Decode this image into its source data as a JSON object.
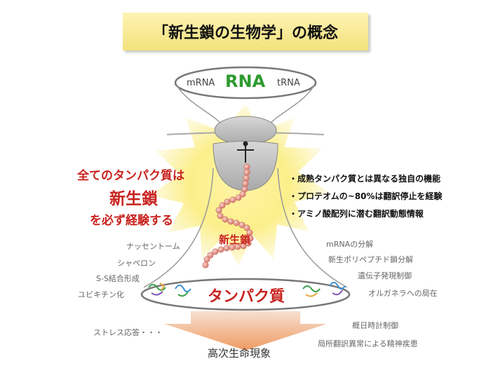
{
  "title": "「新生鎖の生物学」の概念",
  "ring": {
    "left": "mRNA",
    "center": "RNA",
    "right": "tRNA"
  },
  "left_claim": {
    "line1": "全てのタンパク質は",
    "line2": "新生鎖",
    "line3": "を必ず経験する"
  },
  "chain_label": "新生鎖",
  "bullets": [
    "・成熟タンパク質とは異なる独自の機能",
    "・プロテオムの~80%は翻訳停止を経験",
    "・アミノ酸配列に潜む翻訳動態情報"
  ],
  "left_topics": [
    "ナッセントーム",
    "シャペロン",
    "S-S結合形成",
    "ユビキチン化"
  ],
  "right_topics": [
    "mRNAの分解",
    "新生ポリペプチド鎖分解",
    "遺伝子発現制御",
    "オルガネラへの局在"
  ],
  "protein_label": "タンパク質",
  "bottom_left": "ストレス応答・・・",
  "bottom_right": [
    "概日時計制御",
    "局所翻訳異常による精神疾患"
  ],
  "bottom_label": "高次生命現象",
  "colors": {
    "rna_green": "#2e9a2e",
    "accent_red": "#c8221e",
    "title_yellow": "#f6e98c"
  }
}
